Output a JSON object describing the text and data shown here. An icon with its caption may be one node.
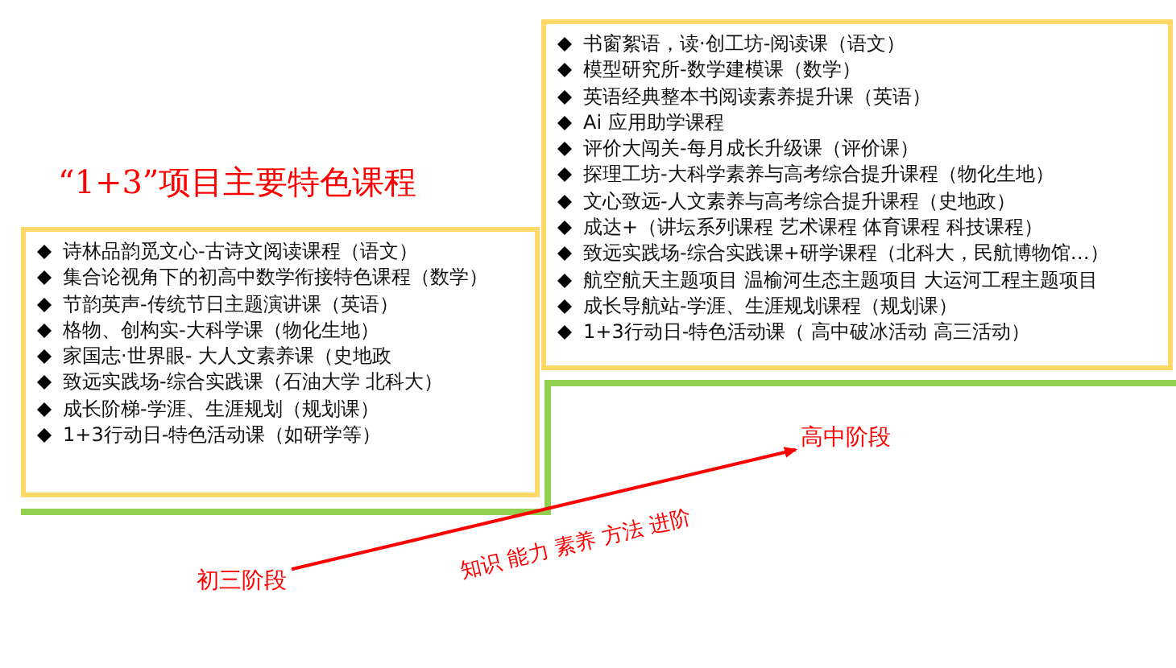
{
  "diagram": {
    "title": "“1+3”项目主要特色课程",
    "nodes": [
      {
        "text": [
          "诗林品韵觅文心-古诗文阅读课程（语文）",
          "集合论视角下的初高中数学衔接特色课程（数学）",
          "节韵英声-传统节日主题演讲课（英语）",
          "格物、创构实-大科学课（物化生地）",
          "家国志·世界眼- 大人文素养课（史地政",
          "致远实践场-综合实践课（石油大学 北科大）",
          "成长阶梯-学涯、生涯规划（规划课）",
          "1+3行动日-特色活动课（如研学等）"
        ]
      },
      {
        "text": [
          "书窗絮语，读·创工坊-阅读课（语文）",
          "模型研究所-数学建模课（数学）",
          "英语经典整本书阅读素养提升课（英语）",
          "Ai 应用助学课程",
          "评价大闯关-每月成长升级课（评价课）",
          "探理工坊-大科学素养与高考综合提升课程（物化生地）",
          "文心致远-人文素养与高考综合提升课程（史地政）",
          "成达+（讲坛系列课程 艺术课程 体育课程 科技课程）",
          "致远实践场-综合实践课+研学课程（北科大，民航博物馆…）",
          "航空航天主题项目 温榆河生态主题项目 大运河工程主题项目",
          "成长导航站-学涯、生涯规划课程（规划课）",
          "1+3行动日-特色活动课（ 高中破冰活动 高三活动）"
        ]
      },
      {
        "text": [
          "初三阶段"
        ]
      },
      {
        "text": [
          "高中阶段"
        ]
      }
    ],
    "edges": [
      {
        "from": 2,
        "to": 3,
        "arrow": "to",
        "label": "知识 能力 素养 方法 进阶",
        "color": "#ff0000"
      }
    ]
  }
}
